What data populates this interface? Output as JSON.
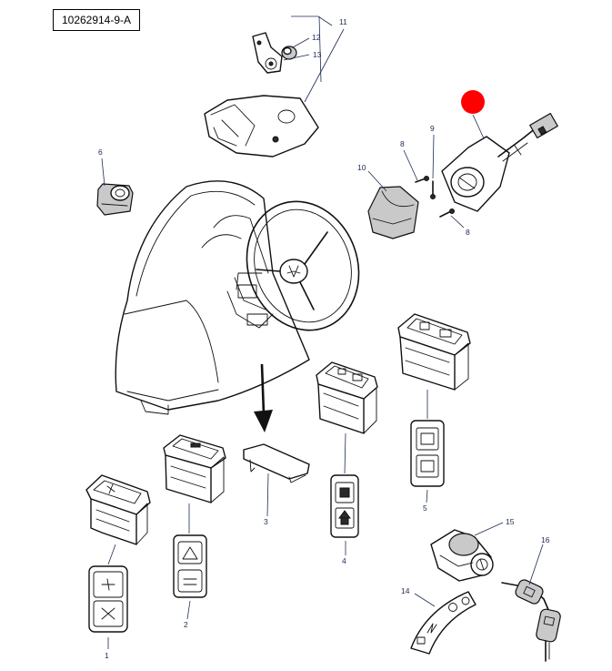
{
  "document_id": "10262914-9-A",
  "callouts": [
    "1",
    "2",
    "3",
    "4",
    "5",
    "6",
    "8",
    "8",
    "9",
    "10",
    "11",
    "12",
    "13",
    "14",
    "15",
    "16"
  ],
  "highlight_color": "#ff0000",
  "callout_color": "#1c2b55"
}
